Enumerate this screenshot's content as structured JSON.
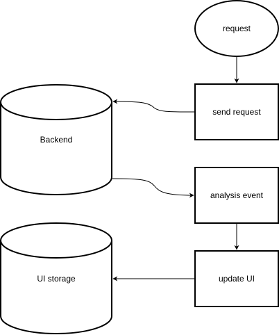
{
  "diagram": {
    "nodes": {
      "request": {
        "label": "request",
        "shape": "ellipse"
      },
      "send_request": {
        "label": "send request",
        "shape": "rectangle"
      },
      "analysis_event": {
        "label": "analysis event",
        "shape": "rectangle"
      },
      "update_ui": {
        "label": "update UI",
        "shape": "rectangle"
      },
      "backend": {
        "label": "Backend",
        "shape": "cylinder"
      },
      "ui_storage": {
        "label": "UI storage",
        "shape": "cylinder"
      }
    },
    "edges": [
      {
        "from": "request",
        "to": "send_request"
      },
      {
        "from": "send_request",
        "to": "backend"
      },
      {
        "from": "backend",
        "to": "analysis_event"
      },
      {
        "from": "analysis_event",
        "to": "update_ui"
      },
      {
        "from": "update_ui",
        "to": "ui_storage"
      }
    ],
    "colors": {
      "stroke": "#000000",
      "fill": "#ffffff"
    }
  }
}
